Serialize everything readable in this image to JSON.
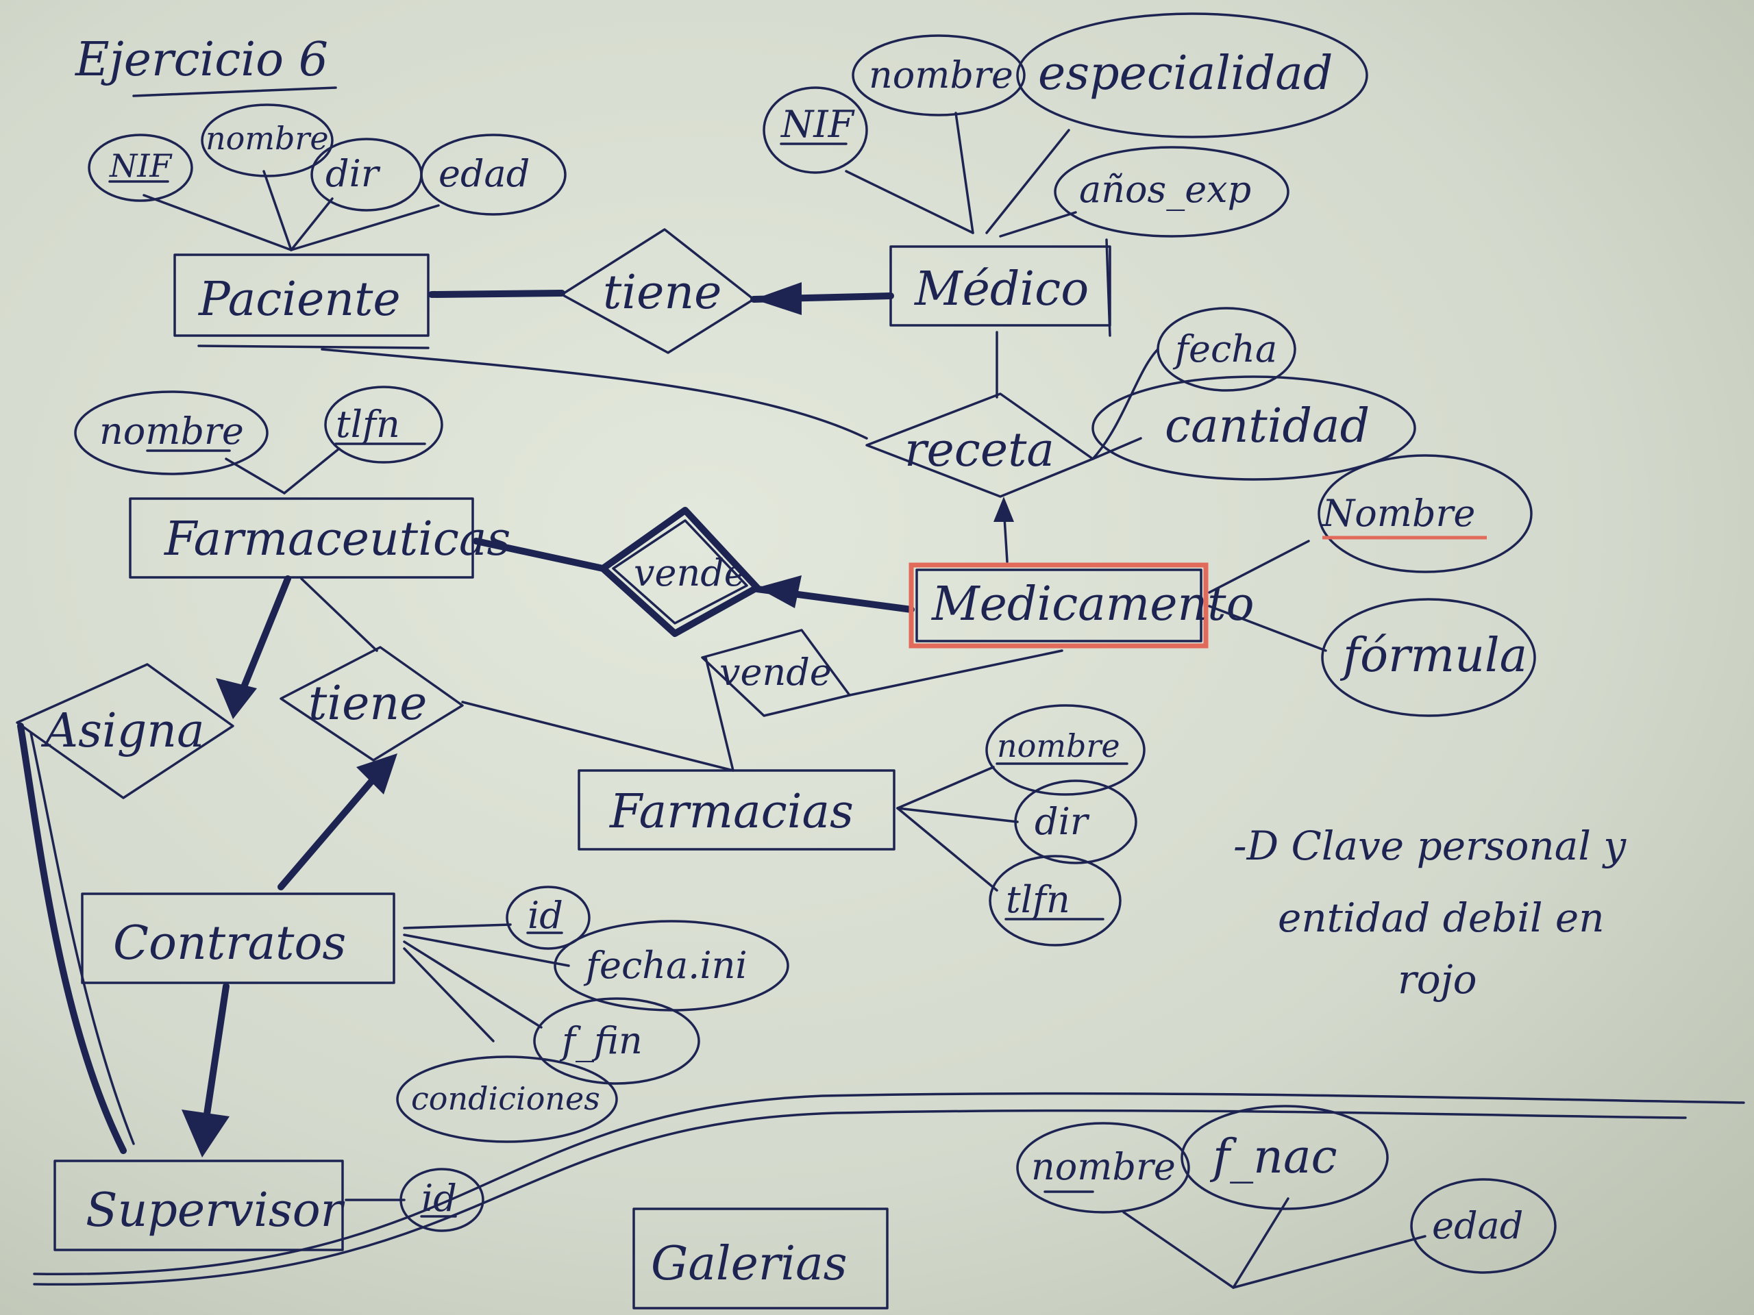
{
  "title": "Ejercicio 6",
  "entities": {
    "paciente": "Paciente",
    "medico": "Médico",
    "farmaceuticas": "Farmaceuticas",
    "medicamento": "Medicamento",
    "farmacias": "Farmacias",
    "contratos": "Contratos",
    "supervisor": "Supervisor",
    "galerias": "Galerias"
  },
  "relationships": {
    "tiene_paciente_medico": "tiene",
    "receta": "receta",
    "vende_farmaceuticas": "vende",
    "vende_farmacias": "vende",
    "asigna": "Asigna",
    "tiene_contratos": "tiene"
  },
  "attributes": {
    "paciente": [
      "NIF",
      "nombre",
      "dir",
      "edad"
    ],
    "medico": [
      "NIF",
      "nombre",
      "especialidad",
      "años_exp"
    ],
    "receta": [
      "fecha",
      "cantidad"
    ],
    "farmaceuticas": [
      "nombre",
      "tlfn"
    ],
    "medicamento": [
      "Nombre",
      "fórmula"
    ],
    "farmacias": [
      "nombre",
      "dir",
      "tlfn"
    ],
    "contratos": [
      "id",
      "fecha.ini",
      "f_fin",
      "condiciones"
    ],
    "supervisor": [
      "id"
    ],
    "galerias_group": [
      "nombre",
      "f_nac",
      "edad"
    ]
  },
  "note": [
    "-D Clave personal y",
    "entidad debil en",
    "rojo"
  ],
  "colors": {
    "ink": "#1e2452",
    "weak_highlight": "#e26a5a",
    "board": "#dfe4d8"
  }
}
